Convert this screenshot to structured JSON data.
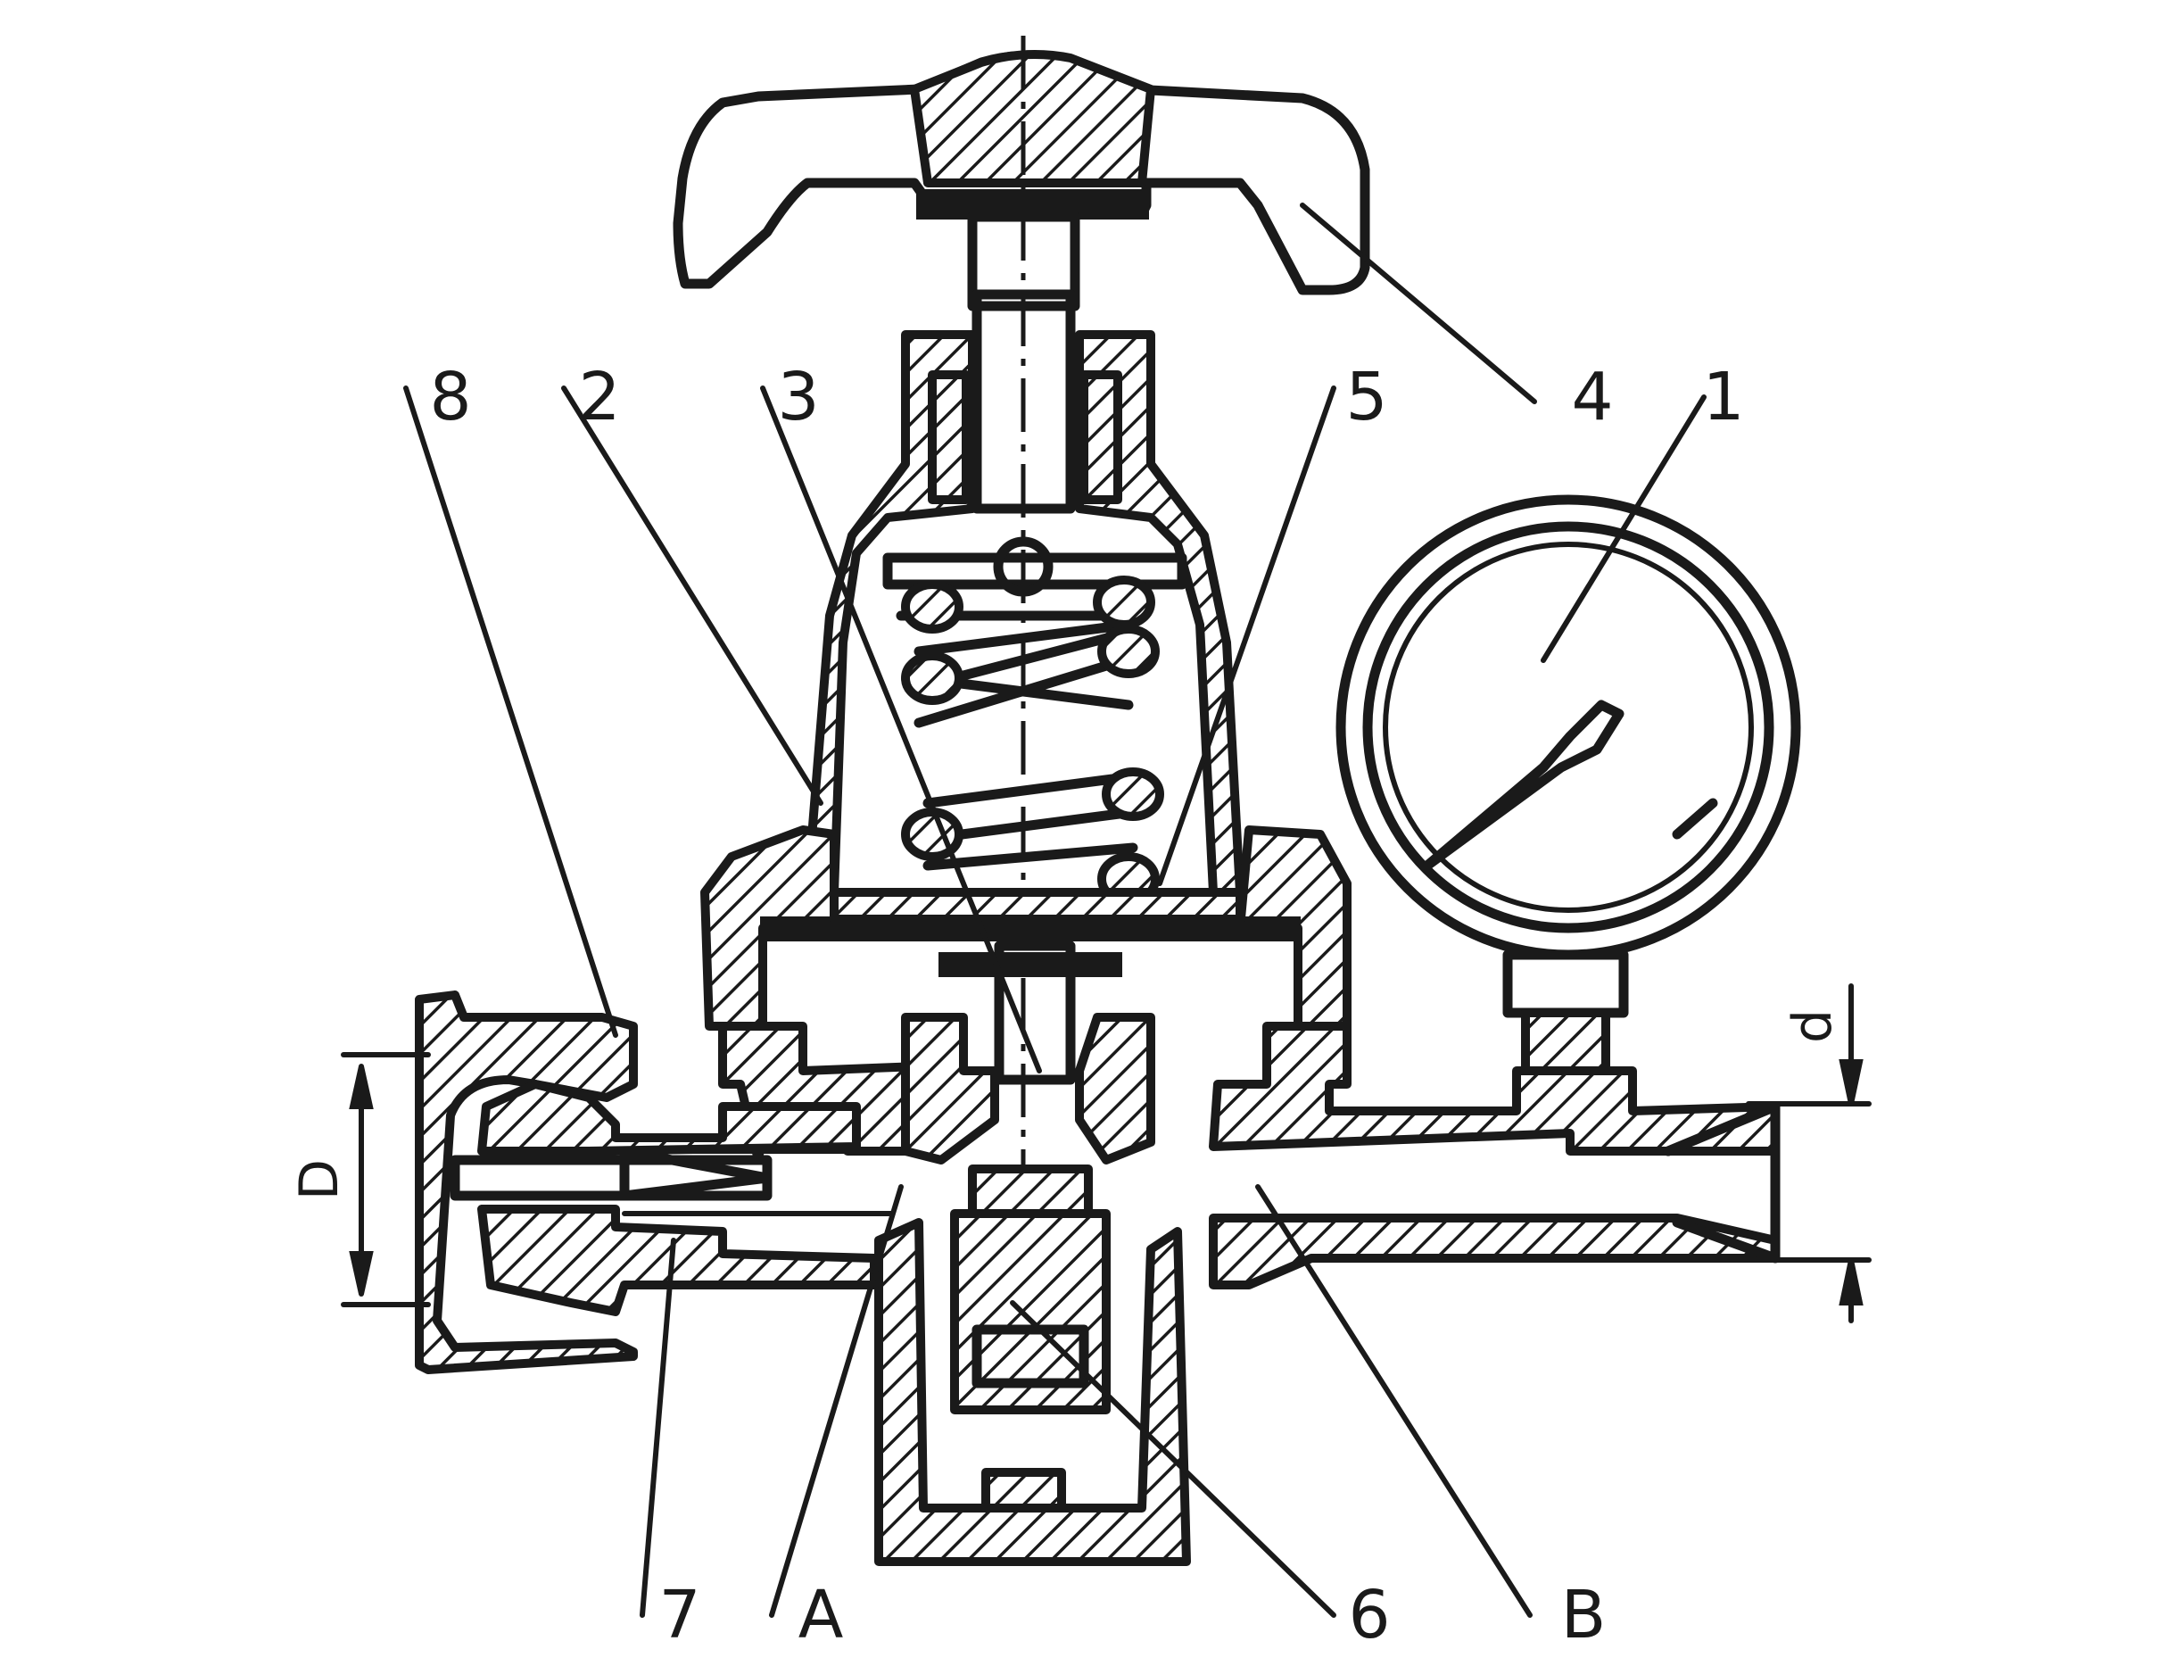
{
  "diagram": {
    "callouts": [
      {
        "id": "c8",
        "text": "8"
      },
      {
        "id": "c2",
        "text": "2"
      },
      {
        "id": "c3",
        "text": "3"
      },
      {
        "id": "c5",
        "text": "5"
      },
      {
        "id": "c4",
        "text": "4"
      },
      {
        "id": "c1",
        "text": "1"
      },
      {
        "id": "c7",
        "text": "7"
      },
      {
        "id": "cA",
        "text": "A"
      },
      {
        "id": "c6",
        "text": "6"
      },
      {
        "id": "cB",
        "text": "B"
      }
    ],
    "dimensions": {
      "inlet_diameter": "D",
      "outlet_diameter": "d"
    }
  }
}
